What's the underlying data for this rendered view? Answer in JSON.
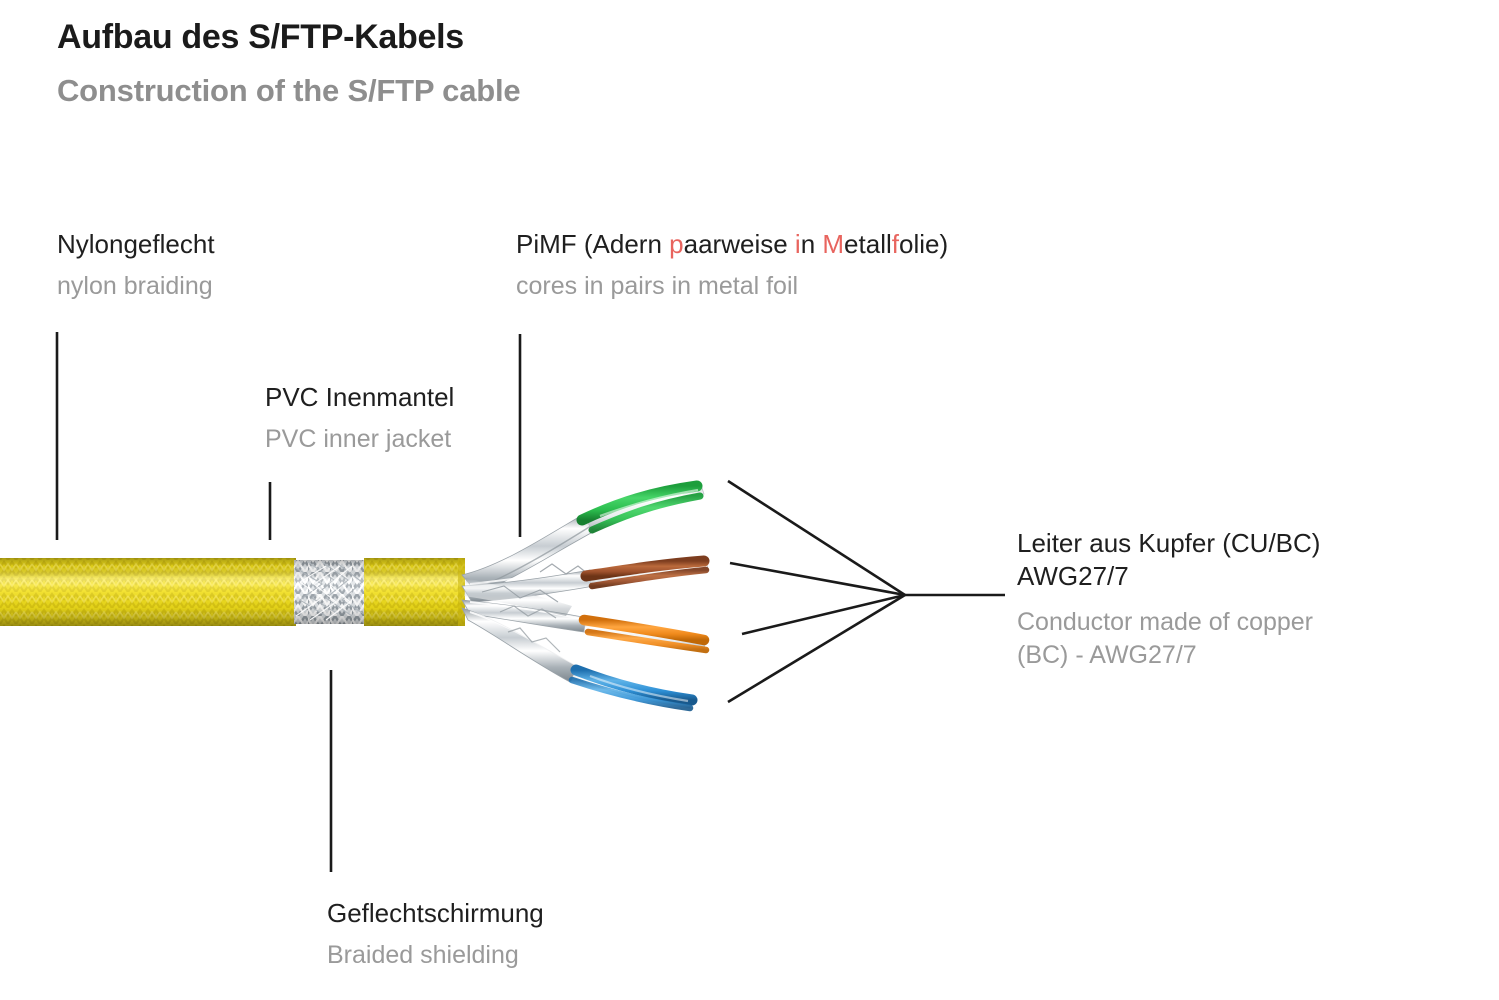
{
  "heading": {
    "title_de": "Aufbau des S/FTP-Kabels",
    "title_en": "Construction of the S/FTP cable"
  },
  "colors": {
    "heading_de": "#1b1b1b",
    "heading_en": "#8e8e8e",
    "label_de": "#1f1f1f",
    "label_en": "#9a9a9a",
    "highlight_red": "#e8645e",
    "jacket_yellow": "#f3e01a",
    "jacket_yellow_dark": "#d8c40f",
    "shield_silver": "#d9dcde",
    "foil_silver": "#c9ced2",
    "leader_line": "#1a1a1a",
    "background": "#ffffff",
    "pair_green": "#2bbd4e",
    "pair_brown": "#a0522d",
    "pair_orange": "#f08a1c",
    "pair_blue": "#2d8fd5",
    "pair_white": "#f2f2f2"
  },
  "labels": {
    "nylon": {
      "de": "Nylongeflecht",
      "en": "nylon braiding"
    },
    "pimf": {
      "de_parts": [
        {
          "text": "PiMF (Adern ",
          "accent": false
        },
        {
          "text": "p",
          "accent": true
        },
        {
          "text": "aarweise ",
          "accent": false
        },
        {
          "text": "i",
          "accent": true
        },
        {
          "text": "n ",
          "accent": false
        },
        {
          "text": "M",
          "accent": true
        },
        {
          "text": "etall",
          "accent": false
        },
        {
          "text": "f",
          "accent": true
        },
        {
          "text": "olie)",
          "accent": false
        }
      ],
      "de_plain": "PiMF (Adern paarweise in Metallfolie)",
      "en": "cores in pairs in metal foil"
    },
    "pvc": {
      "de": "PVC Inenmantel",
      "en": "PVC inner jacket"
    },
    "conductor": {
      "de_line1": "Leiter aus Kupfer (CU/BC)",
      "de_line2": "AWG27/7",
      "en_line1": "Conductor made of copper",
      "en_line2": "(BC) - AWG27/7"
    },
    "shield": {
      "de": "Geflechtschirmung",
      "en": "Braided shielding"
    }
  },
  "cable": {
    "description": "Cut-away S/FTP network cable showing nylon braid jacket, PVC inner jacket, braided shield, and four foil-wrapped twisted pairs",
    "pairs": [
      {
        "name": "green-pair",
        "color": "#2bbd4e"
      },
      {
        "name": "brown-pair",
        "color": "#a0522d"
      },
      {
        "name": "orange-pair",
        "color": "#f08a1c"
      },
      {
        "name": "blue-pair",
        "color": "#2d8fd5"
      }
    ]
  }
}
